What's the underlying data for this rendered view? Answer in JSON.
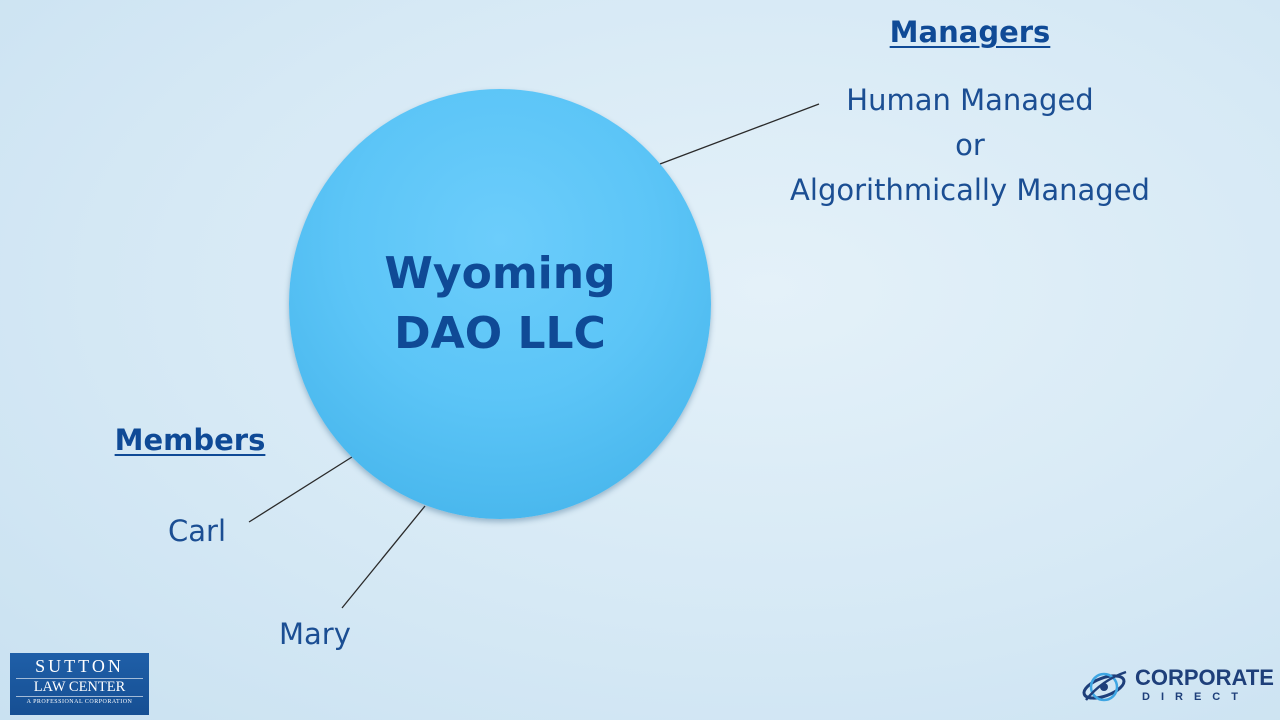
{
  "center": {
    "title_line1": "Wyoming",
    "title_line2": "DAO LLC"
  },
  "managers": {
    "heading": "Managers",
    "lines": [
      "Human Managed",
      "or",
      "Algorithmically Managed"
    ]
  },
  "members": {
    "heading": "Members",
    "names": [
      "Carl",
      "Mary"
    ]
  },
  "logos": {
    "sutton": {
      "name": "SUTTON",
      "sub": "LAW CENTER",
      "tagline": "A PROFESSIONAL CORPORATION"
    },
    "corporate_direct": {
      "name": "CORPORATE",
      "sub": "DIRECT"
    }
  },
  "colors": {
    "text": "#1b4e93",
    "heading": "#0f4a96",
    "circle_fill": "#5cc5f7",
    "connector": "#2a2a2a",
    "background": "#d6e9f5"
  }
}
